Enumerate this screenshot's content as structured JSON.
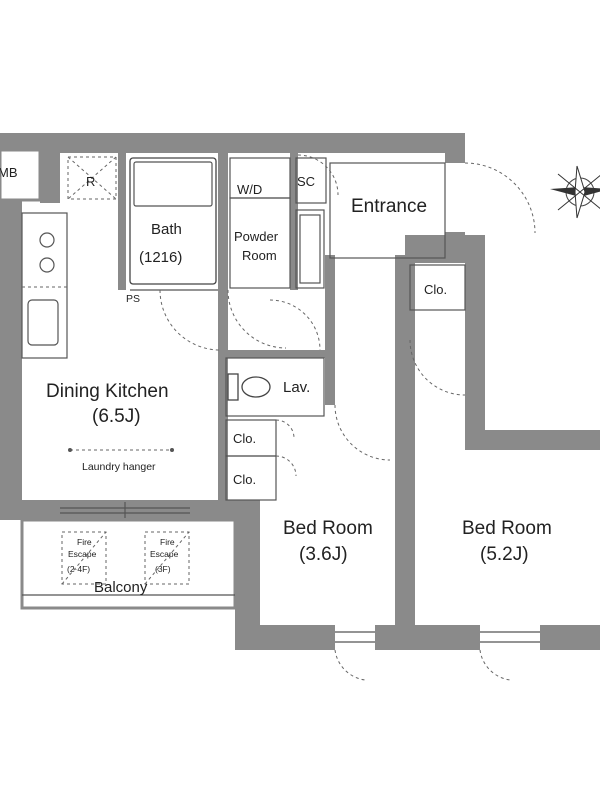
{
  "rooms": {
    "mb": "MB",
    "refrigerator": "R",
    "bath_name": "Bath",
    "bath_size": "(1216)",
    "ps": "PS",
    "washer": "W/D",
    "powder_line1": "Powder",
    "powder_line2": "Room",
    "shoe_closet": "SC",
    "entrance": "Entrance",
    "closet_bedroom2": "Clo.",
    "dining_name": "Dining Kitchen",
    "dining_size": "(6.5J)",
    "laundry_hanger": "Laundry hanger",
    "lavatory": "Lav.",
    "closet_upper": "Clo.",
    "closet_lower": "Clo.",
    "bedroom1_name": "Bed Room",
    "bedroom1_size": "(3.6J)",
    "bedroom2_name": "Bed Room",
    "bedroom2_size": "(5.2J)",
    "balcony": "Balcony",
    "fire_escape_left": [
      "Fire",
      "Escape",
      "(2·4F)"
    ],
    "fire_escape_right": [
      "Fire",
      "Escape",
      "(3F)"
    ]
  },
  "compass_icon": "north-compass-icon",
  "colors": {
    "wall": "#8a8a8a",
    "line": "#555555"
  }
}
